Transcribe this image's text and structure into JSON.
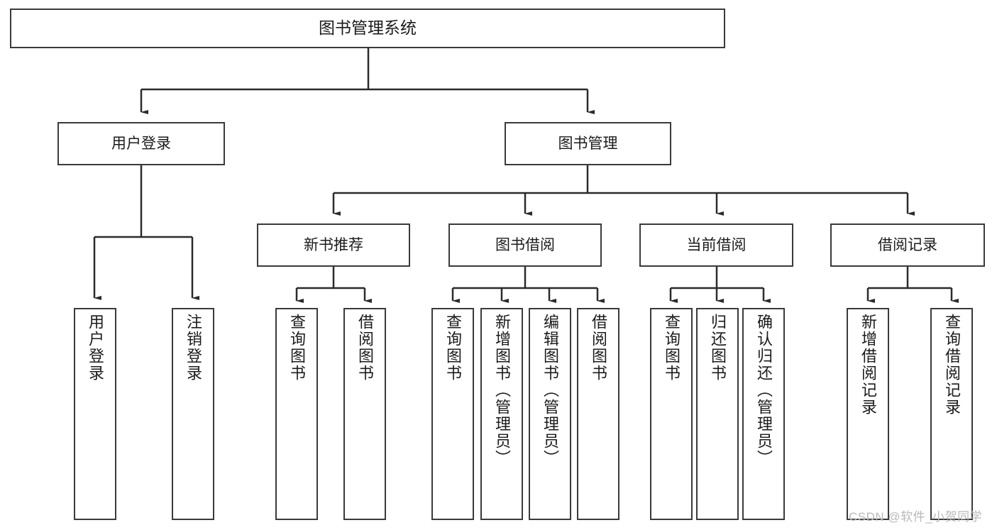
{
  "diagram": {
    "title": "图书管理系统",
    "type": "tree",
    "root": {
      "label": "图书管理系统"
    },
    "level1": [
      {
        "label": "用户登录"
      },
      {
        "label": "图书管理"
      }
    ],
    "level2": [
      {
        "label": "新书推荐"
      },
      {
        "label": "图书借阅"
      },
      {
        "label": "当前借阅"
      },
      {
        "label": "借阅记录"
      }
    ],
    "leaves": {
      "user_login": [
        {
          "label": "用户登录"
        },
        {
          "label": "注销登录"
        }
      ],
      "new_book_recommend": [
        {
          "label": "查询图书"
        },
        {
          "label": "借阅图书"
        }
      ],
      "book_borrow": [
        {
          "label": "查询图书"
        },
        {
          "label": "新增图书（管理员）"
        },
        {
          "label": "编辑图书（管理员）"
        },
        {
          "label": "借阅图书"
        }
      ],
      "current_borrow": [
        {
          "label": "查询图书"
        },
        {
          "label": "归还图书"
        },
        {
          "label": "确认归还（管理员）"
        }
      ],
      "borrow_record": [
        {
          "label": "新增借阅记录"
        },
        {
          "label": "查询借阅记录"
        }
      ]
    }
  },
  "watermark": {
    "text": "CSDN @软件_小贺同学"
  },
  "colors": {
    "stroke": "#3a3a3a",
    "background": "#ffffff",
    "text": "#1b1b1b",
    "watermark": "#b9b9b9"
  }
}
